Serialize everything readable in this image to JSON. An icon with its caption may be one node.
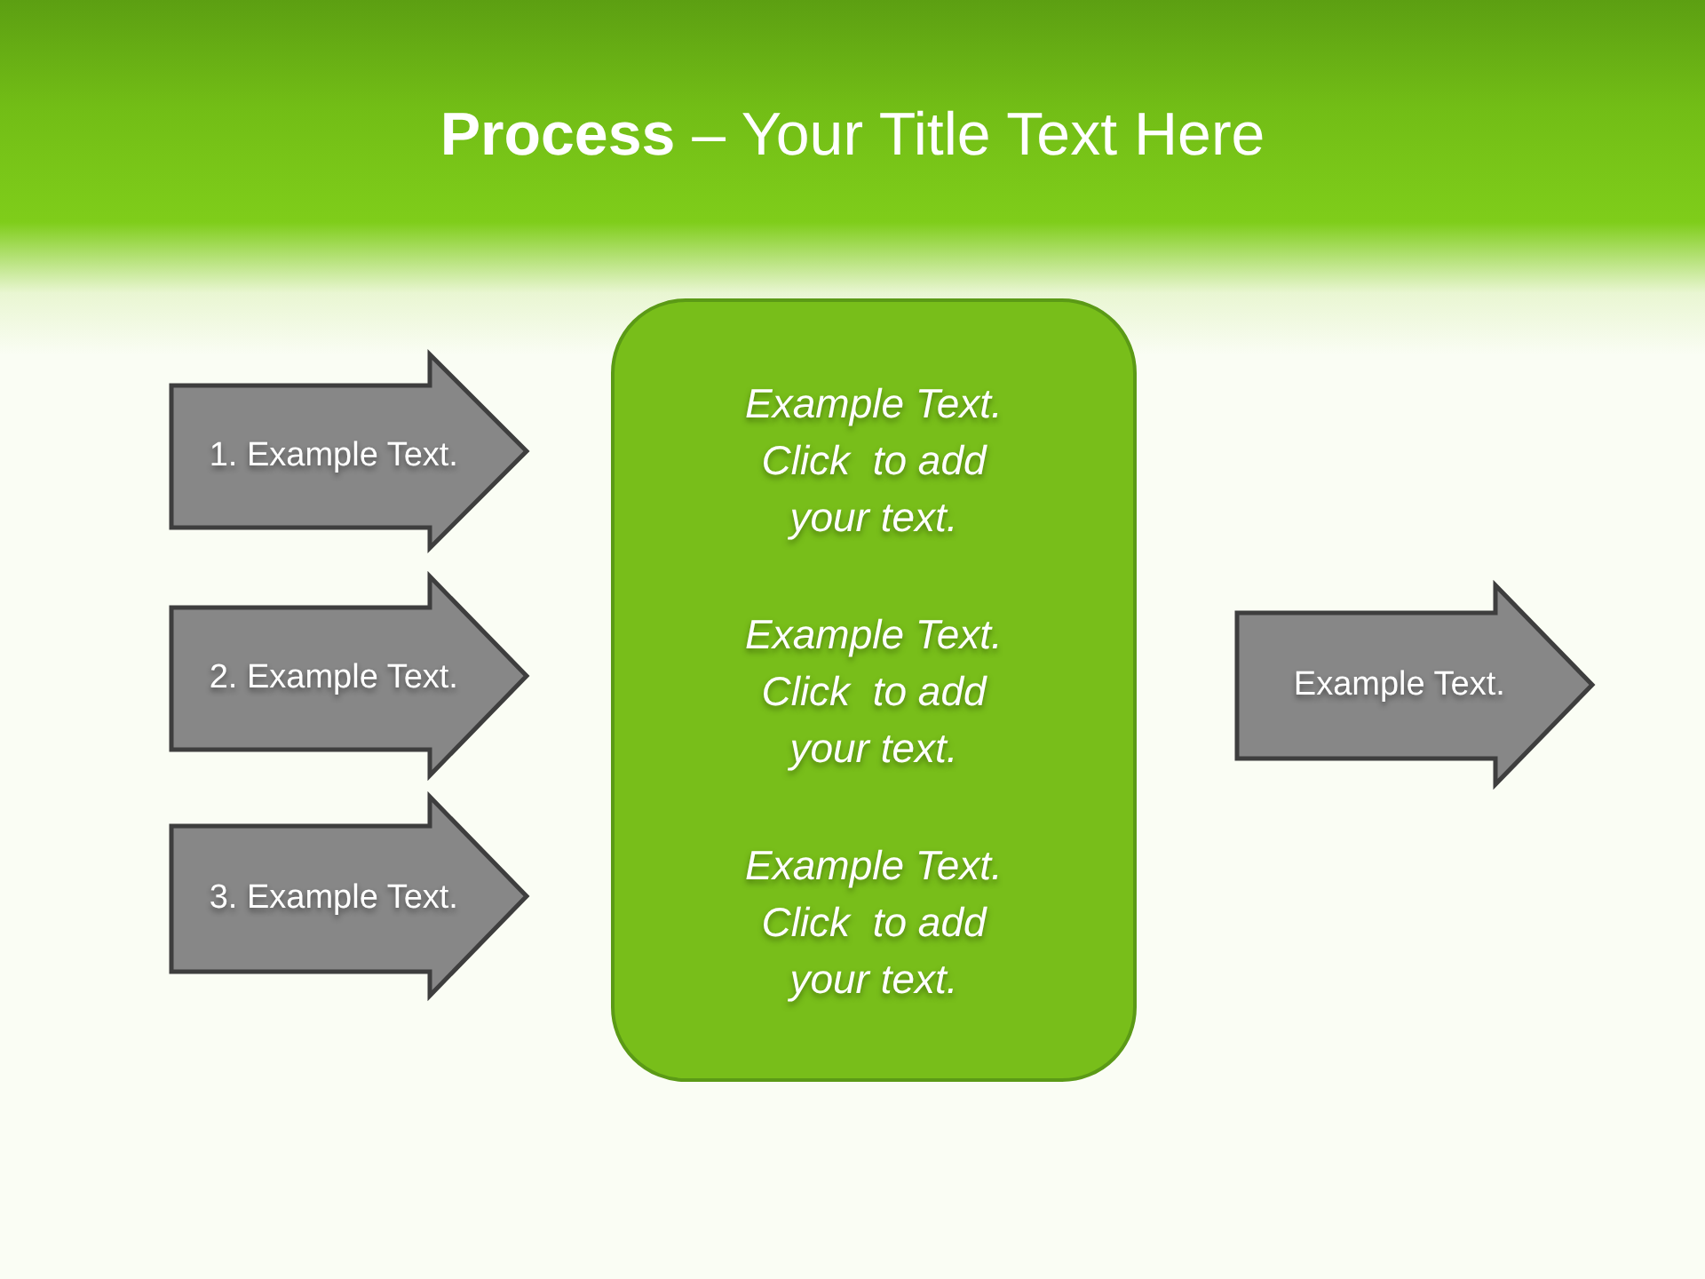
{
  "diagram": {
    "title": "**Process** – Your Title Text Here",
    "nodes": [
      {
        "text": [
          "1. Example Text."
        ]
      },
      {
        "text": [
          "2. Example Text."
        ]
      },
      {
        "text": [
          "3. Example Text."
        ]
      },
      {
        "text": [
          "Example Text. Click  to add your text.",
          "Example Text. Click  to add your text.",
          "Example Text. Click  to add your text."
        ]
      },
      {
        "text": [
          "Example Text."
        ]
      }
    ]
  }
}
